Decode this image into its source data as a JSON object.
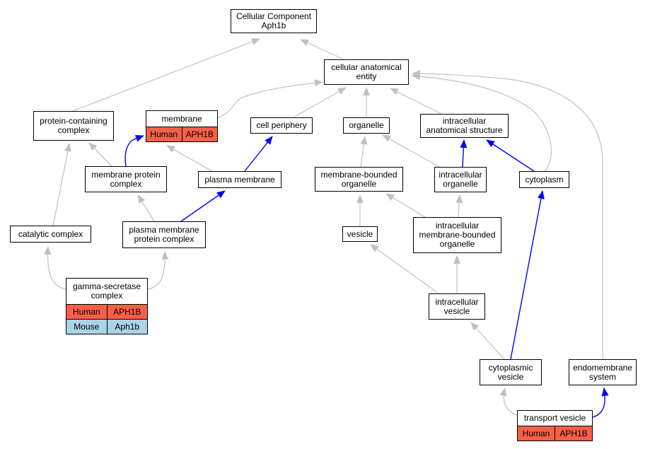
{
  "nodes": {
    "cc_root": "Cellular Component\nAph1b",
    "cae": "cellular anatomical\nentity",
    "pcc": "protein-containing\ncomplex",
    "membrane": "membrane",
    "cell_periphery": "cell periphery",
    "organelle": "organelle",
    "ias": "intracellular\nanatomical structure",
    "mpc": "membrane protein\ncomplex",
    "plasma_membrane": "plasma membrane",
    "mbo": "membrane-bounded\norganelle",
    "intra_org": "intracellular\norganelle",
    "cytoplasm": "cytoplasm",
    "catalytic": "catalytic complex",
    "pmpc": "plasma membrane\nprotein complex",
    "vesicle": "vesicle",
    "imbo": "intracellular\nmembrane-bounded\norganelle",
    "gsc": "gamma-secretase\ncomplex",
    "intra_vesicle": "intracellular\nvesicle",
    "cyto_vesicle": "cytoplasmic\nvesicle",
    "endomembrane": "endomembrane\nsystem",
    "transport_vesicle": "transport vesicle"
  },
  "annotations": {
    "membrane": [
      {
        "species": "Human",
        "gene": "APH1B"
      }
    ],
    "gsc": [
      {
        "species": "Human",
        "gene": "APH1B"
      },
      {
        "species": "Mouse",
        "gene": "Aph1b"
      }
    ],
    "transport_vesicle": [
      {
        "species": "Human",
        "gene": "APH1B"
      }
    ]
  },
  "colors": {
    "edge_default": "#c0c0c0",
    "edge_highlight": "#0000ff",
    "human": "#f76048",
    "mouse": "#a8d4e6"
  }
}
